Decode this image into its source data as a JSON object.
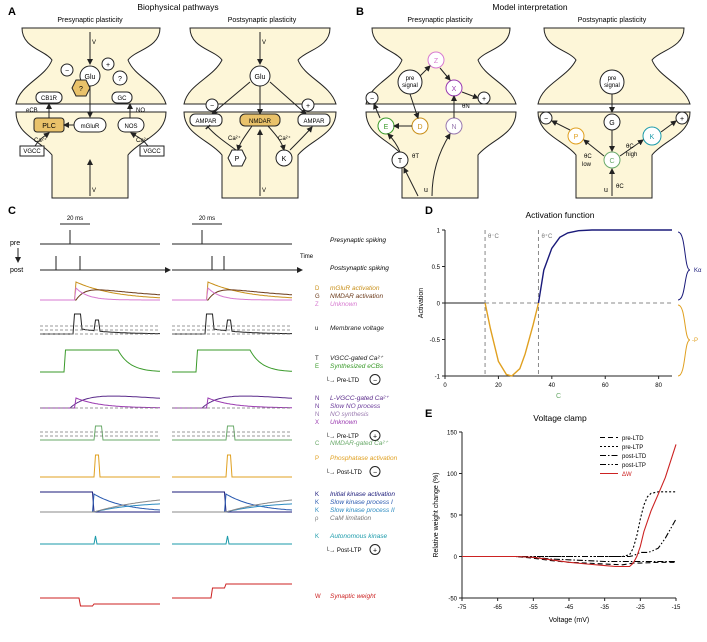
{
  "panels": {
    "A": {
      "letter": "A",
      "title": "Biophysical pathways",
      "pre_title": "Presynaptic plasticity",
      "post_title": "Postsynaptic plasticity",
      "labels": {
        "v": "V",
        "glu": "Glu",
        "minus": "−",
        "plus": "+",
        "q": "?",
        "cb1r": "CB1R",
        "gc": "GC",
        "ecb": "eCB",
        "no": "NO",
        "plc": "PLC",
        "mglur": "mGluR",
        "nos": "NOS",
        "ca": "Ca²⁺",
        "vgcc": "VGCC",
        "ampar": "AMPAR",
        "nmdar": "NMDAR",
        "p": "P",
        "k": "K"
      }
    },
    "B": {
      "letter": "B",
      "title": "Model interpretation",
      "pre_title": "Presynaptic plasticity",
      "post_title": "Postsynaptic plasticity",
      "labels": {
        "pre_signal_a": "pre",
        "pre_signal_b": "signal",
        "z": "Z",
        "x": "X",
        "e": "E",
        "d": "D",
        "n": "N",
        "t": "T",
        "u": "u",
        "g": "G",
        "c": "C",
        "p": "P",
        "k": "K",
        "low": "low",
        "high": "high",
        "theta_n": "θN",
        "theta_t": "θT",
        "theta_c": "θC"
      }
    },
    "C": {
      "letter": "C",
      "ms_label": "20 ms",
      "pre": "pre",
      "post": "post",
      "time": "Time",
      "rows": [
        {
          "code": "",
          "text": "Presynaptic spiking"
        },
        {
          "code": "",
          "text": "Postsynaptic spiking"
        },
        {
          "code": "D",
          "text": "mGluR activation",
          "color": "#c9901a"
        },
        {
          "code": "G",
          "text": "NMDAR activation",
          "color": "#6b3a1a"
        },
        {
          "code": "Z",
          "text": "Unknown",
          "color": "#d77ad0"
        },
        {
          "code": "u",
          "text": "Membrane voltage",
          "color": "#222222"
        },
        {
          "code": "T",
          "text": "VGCC-gated Ca²⁺",
          "color": "#222222"
        },
        {
          "code": "E",
          "text": "Synthesized eCBs",
          "color": "#3a9a2a"
        },
        {
          "code": "",
          "text": "Pre-LTD"
        },
        {
          "code": "N",
          "text": "L-VGCC-gated Ca²⁺",
          "color": "#5a2a8a"
        },
        {
          "code": "N",
          "text": "Slow NO process",
          "color": "#6a3a9a"
        },
        {
          "code": "N",
          "text": "NO synthesis",
          "color": "#9a7ab0"
        },
        {
          "code": "X",
          "text": "Unknown",
          "color": "#9a3ab0"
        },
        {
          "code": "",
          "text": "Pre-LTP"
        },
        {
          "code": "C",
          "text": "NMDAR-gated Ca²⁺",
          "color": "#6aaa6a"
        },
        {
          "code": "P",
          "text": "Phosphatase activation",
          "color": "#e0a020"
        },
        {
          "code": "",
          "text": "Post-LTD"
        },
        {
          "code": "K",
          "text": "Initial kinase activation",
          "color": "#1a1a7a"
        },
        {
          "code": "K",
          "text": "Slow kinase process I",
          "color": "#2a5ab0"
        },
        {
          "code": "K",
          "text": "Slow kinase process II",
          "color": "#2a8ac0"
        },
        {
          "code": "ρ",
          "text": "CaM limitation",
          "color": "#777777"
        },
        {
          "code": "K",
          "text": "Autonomous kinase",
          "color": "#1a9aaa"
        },
        {
          "code": "",
          "text": "Post-LTP"
        },
        {
          "code": "W",
          "text": "Synaptic weight",
          "color": "#cc2222"
        }
      ]
    },
    "D": {
      "letter": "D",
      "title": "Activation function",
      "ylabel": "Activation",
      "xlabel": "C",
      "xticks": [
        "0",
        "20",
        "40",
        "60",
        "80"
      ],
      "yticks": [
        "1",
        "0.5",
        "0",
        "-0.5",
        "-1"
      ],
      "theta_minus": "θ⁻C",
      "theta_plus": "θ⁺C",
      "right_top": "Kα",
      "right_bottom": "-P"
    },
    "E": {
      "letter": "E",
      "title": "Voltage clamp",
      "ylabel": "Relative weight change (%)",
      "xlabel": "Voltage (mV)",
      "xticks": [
        "-75",
        "-65",
        "-55",
        "-45",
        "-35",
        "-25",
        "-15"
      ],
      "yticks": [
        "150",
        "100",
        "50",
        "0",
        "-50"
      ],
      "legend": [
        "pre-LTD",
        "pre-LTP",
        "post-LTD",
        "post-LTP",
        "ΔW"
      ]
    }
  },
  "chart_data": [
    {
      "type": "line",
      "title": "Activation function",
      "xlabel": "C",
      "ylabel": "Activation",
      "xlim": [
        0,
        85
      ],
      "ylim": [
        -1,
        1
      ],
      "grid": false,
      "series": [
        {
          "name": "Kα",
          "color": "#1a1a7a",
          "x": [
            35,
            37,
            40,
            43,
            46,
            50,
            55,
            60,
            70,
            85
          ],
          "y": [
            0,
            0.45,
            0.75,
            0.9,
            0.96,
            0.99,
            1,
            1,
            1,
            1
          ]
        },
        {
          "name": "-P",
          "color": "#e0a020",
          "x": [
            15,
            17,
            20,
            23,
            25,
            28,
            30,
            33,
            35
          ],
          "y": [
            0,
            -0.35,
            -0.8,
            -0.98,
            -1,
            -0.9,
            -0.7,
            -0.3,
            0
          ]
        }
      ],
      "vlines": [
        {
          "x": 15,
          "label": "θ⁻C"
        },
        {
          "x": 35,
          "label": "θ⁺C"
        }
      ]
    },
    {
      "type": "line",
      "title": "Voltage clamp",
      "xlabel": "Voltage (mV)",
      "ylabel": "Relative weight change (%)",
      "xlim": [
        -75,
        -15
      ],
      "ylim": [
        -50,
        150
      ],
      "grid": false,
      "legend_position": "top-right",
      "series": [
        {
          "name": "pre-LTD",
          "color": "#000000",
          "dash": "dashed",
          "x": [
            -75,
            -60,
            -55,
            -50,
            -45,
            -40,
            -35,
            -30,
            -27,
            -25,
            -20,
            -15
          ],
          "y": [
            0,
            0,
            -2,
            -5,
            -7,
            -8,
            -9,
            -10,
            -8,
            -8,
            -7,
            -7
          ]
        },
        {
          "name": "pre-LTP",
          "color": "#000000",
          "dash": "dotted",
          "x": [
            -75,
            -35,
            -30,
            -28,
            -27,
            -26,
            -25,
            -24,
            -23,
            -22,
            -20,
            -15
          ],
          "y": [
            0,
            0,
            0,
            2,
            10,
            25,
            45,
            62,
            72,
            76,
            78,
            78
          ]
        },
        {
          "name": "post-LTD",
          "color": "#000000",
          "dash": "dashdot",
          "x": [
            -75,
            -60,
            -55,
            -50,
            -45,
            -40,
            -35,
            -30,
            -27,
            -25,
            -20,
            -15
          ],
          "y": [
            0,
            0,
            -1,
            -3,
            -4,
            -5,
            -6,
            -6,
            -6,
            -6,
            -6,
            -6
          ]
        },
        {
          "name": "post-LTP",
          "color": "#000000",
          "dash": "dashdotdot",
          "x": [
            -75,
            -30,
            -28,
            -27,
            -26,
            -25,
            -24,
            -23,
            -22,
            -20,
            -18,
            -15
          ],
          "y": [
            0,
            0,
            0,
            1,
            3,
            5,
            5,
            5,
            6,
            10,
            22,
            45
          ]
        },
        {
          "name": "ΔW",
          "color": "#cc2222",
          "dash": "solid",
          "x": [
            -75,
            -60,
            -55,
            -50,
            -45,
            -40,
            -35,
            -32,
            -30,
            -28,
            -27,
            -26,
            -25,
            -24,
            -22,
            -20,
            -18,
            -15
          ],
          "y": [
            0,
            0,
            -1,
            -4,
            -7,
            -9,
            -11,
            -12,
            -12,
            -12,
            -8,
            0,
            12,
            30,
            55,
            75,
            95,
            135
          ]
        }
      ]
    }
  ]
}
